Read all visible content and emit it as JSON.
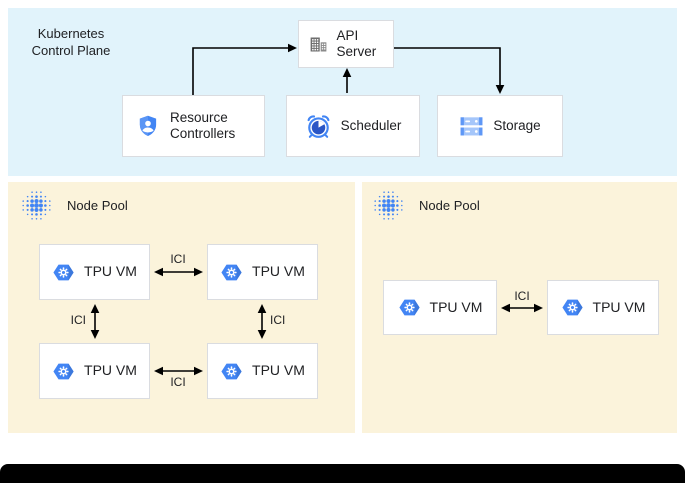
{
  "diagram": {
    "control_plane": {
      "title": "Kubernetes Control Plane",
      "api_server": {
        "label": "API Server"
      },
      "resource_controllers": {
        "label": "Resource Controllers"
      },
      "scheduler": {
        "label": "Scheduler"
      },
      "storage": {
        "label": "Storage"
      }
    },
    "node_pool_left": {
      "title": "Node Pool",
      "vms": [
        "TPU VM",
        "TPU VM",
        "TPU VM",
        "TPU VM"
      ]
    },
    "node_pool_right": {
      "title": "Node Pool",
      "vms": [
        "TPU VM",
        "TPU VM"
      ]
    },
    "interconnect_label": "ICI",
    "colors": {
      "control_plane_bg": "#E1F3FB",
      "node_pool_bg": "#FBF3DB",
      "google_blue": "#4285F4",
      "box_border": "#DADCE0",
      "text": "#202124",
      "arrow": "#000000"
    }
  }
}
